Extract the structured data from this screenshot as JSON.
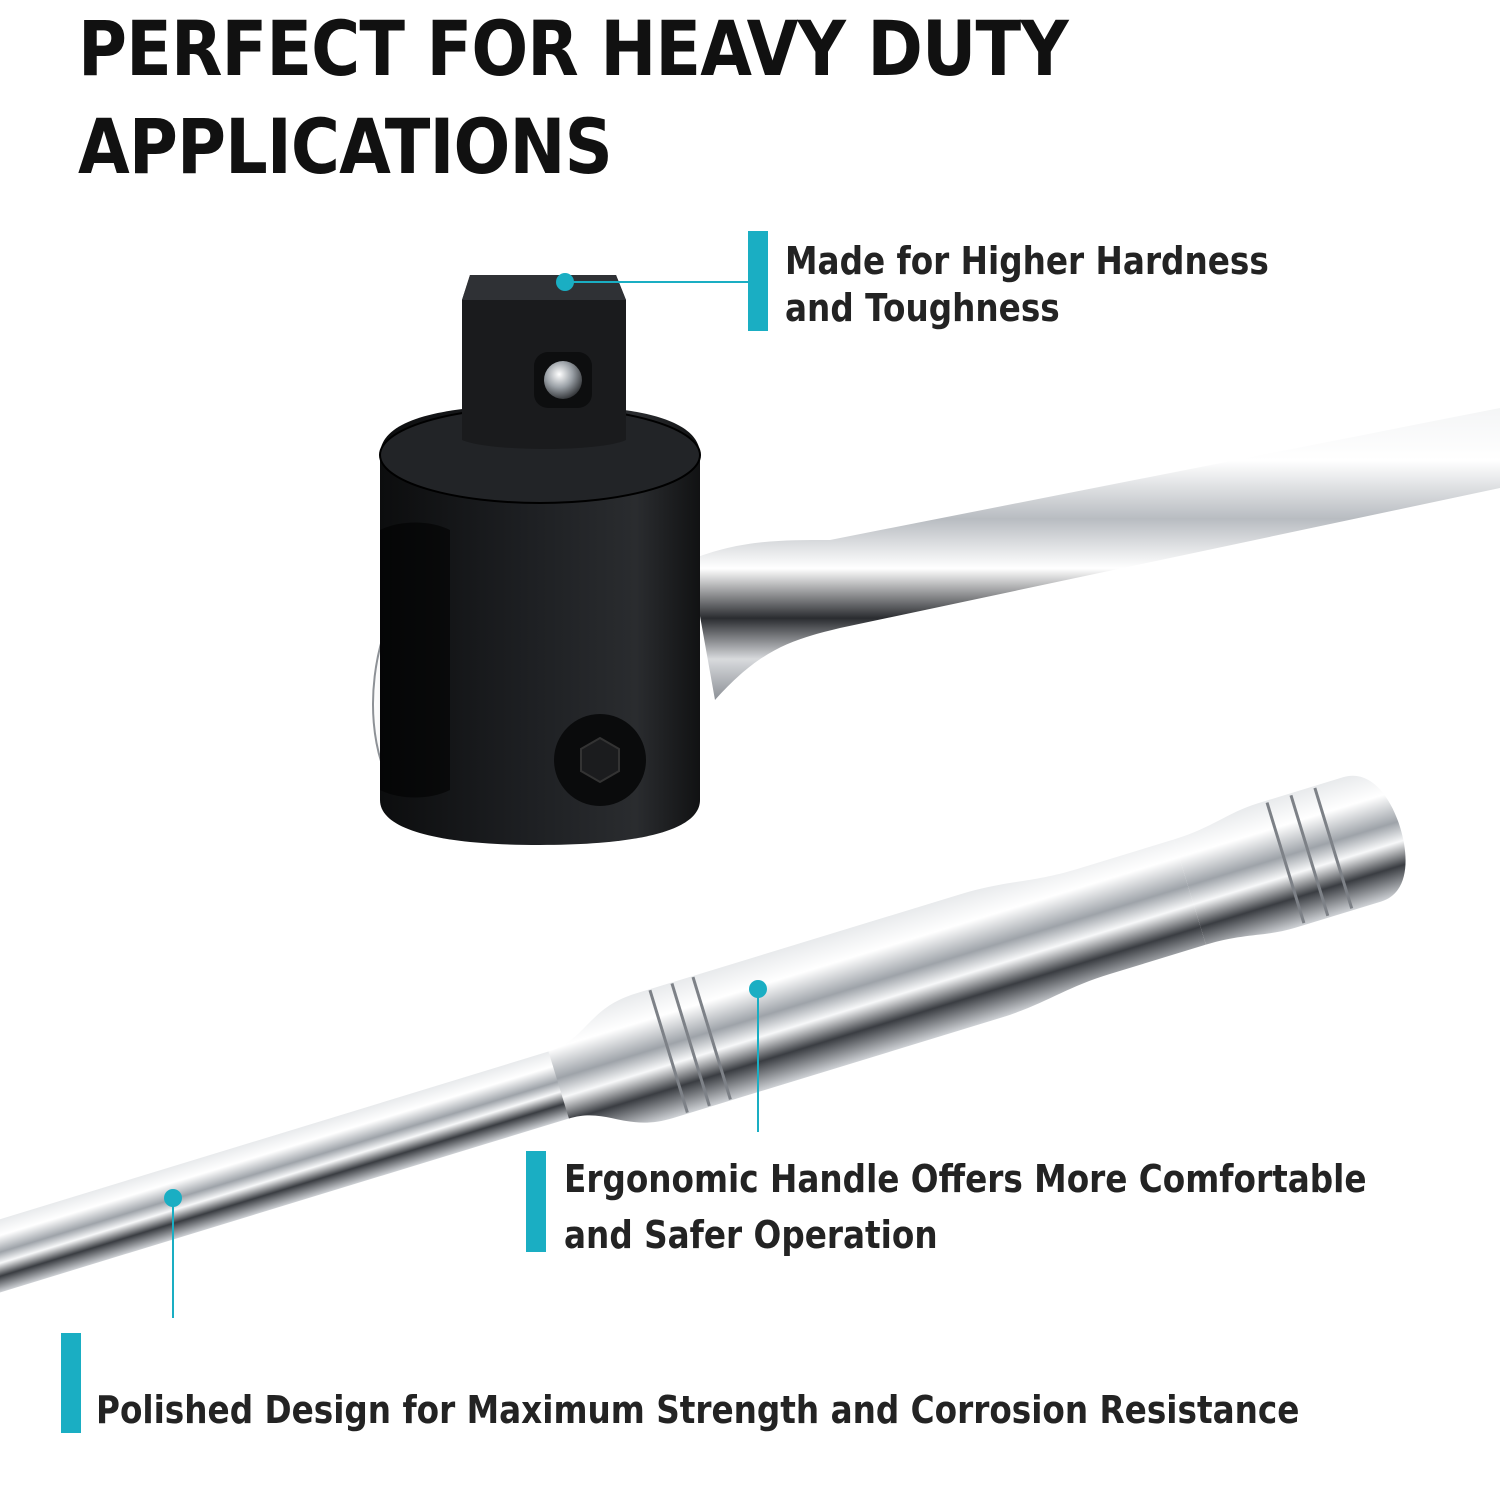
{
  "headline": {
    "line1": "PERFECT FOR HEAVY DUTY",
    "line2": "APPLICATIONS"
  },
  "colors": {
    "accent": "#1aaec3",
    "text": "#232323",
    "head_metal": "#17181a",
    "chrome_mid": "#c9ccd0"
  },
  "callouts": [
    {
      "line1": "Made for Higher Hardness",
      "line2": " and Toughness"
    },
    {
      "line1": "Ergonomic Handle Offers More Comfortable",
      "line2": "and Safer Operation"
    },
    {
      "line1": "Polished Design for Maximum Strength and Corrosion Resistance"
    }
  ]
}
